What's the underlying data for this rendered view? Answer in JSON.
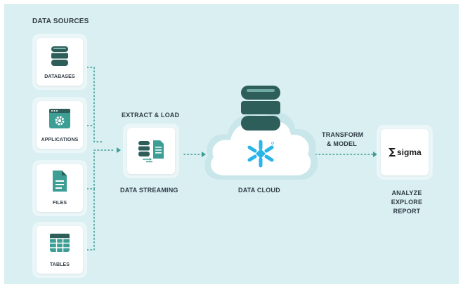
{
  "heading": "DATA SOURCES",
  "sources": [
    {
      "label": "DATABASES",
      "icon": "database-icon"
    },
    {
      "label": "APPLICATIONS",
      "icon": "app-gear-icon"
    },
    {
      "label": "FILES",
      "icon": "file-icon"
    },
    {
      "label": "TABLES",
      "icon": "table-icon"
    }
  ],
  "extract_label": "EXTRACT & LOAD",
  "streaming_label": "DATA STREAMING",
  "cloud_label": "DATA CLOUD",
  "transform_label_1": "TRANSFORM",
  "transform_label_2": "& MODEL",
  "sigma_text": "sigma",
  "analyze": [
    "ANALYZE",
    "EXPLORE",
    "REPORT"
  ],
  "colors": {
    "background": "#d9eff2",
    "accent": "#3c9e94",
    "dark_teal": "#2e5e5a",
    "snowflake": "#29b5e8",
    "text": "#2f3b45"
  }
}
